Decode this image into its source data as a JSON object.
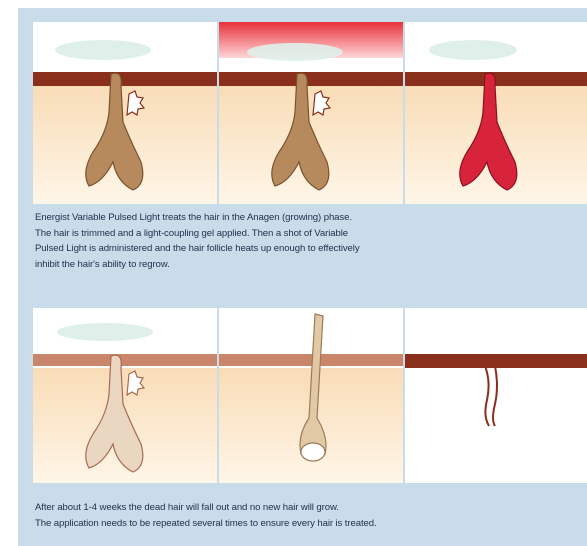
{
  "caption_top": {
    "line1": "Energist Variable Pulsed Light treats the hair in the Anagen (growing) phase.",
    "line2": "The hair is trimmed and a light-coupling gel applied. Then a shot of Variable",
    "line3": "Pulsed Light is administered and the hair follicle heats up enough to effectively",
    "line4": "inhibit the hair's ability to regrow."
  },
  "caption_bottom": {
    "line1": "After about 1-4 weeks the dead hair will fall out and no new hair will grow.",
    "line2": "The application needs to be repeated several times to ensure every hair is treated."
  },
  "colors": {
    "frame": "#c9dcea",
    "skin_surface": "#8a2f1c",
    "dermis": "#fbe6c8",
    "gel": "#dff0ea",
    "light_pulse": "#e8323c",
    "hair_healthy": "#b78a5e",
    "hair_heated": "#d8243a",
    "hair_dead": "#ead7c2"
  },
  "panels_top": [
    {
      "stage": "trimmed hair with gel",
      "icon": "hair-follicle-icon"
    },
    {
      "stage": "light pulse applied",
      "icon": "light-pulse-icon"
    },
    {
      "stage": "follicle heated",
      "icon": "heated-follicle-icon"
    }
  ],
  "panels_bottom": [
    {
      "stage": "follicle damaged",
      "icon": "damaged-follicle-icon"
    },
    {
      "stage": "hair falling out",
      "icon": "falling-hair-icon"
    },
    {
      "stage": "empty follicle",
      "icon": "empty-follicle-icon"
    }
  ]
}
